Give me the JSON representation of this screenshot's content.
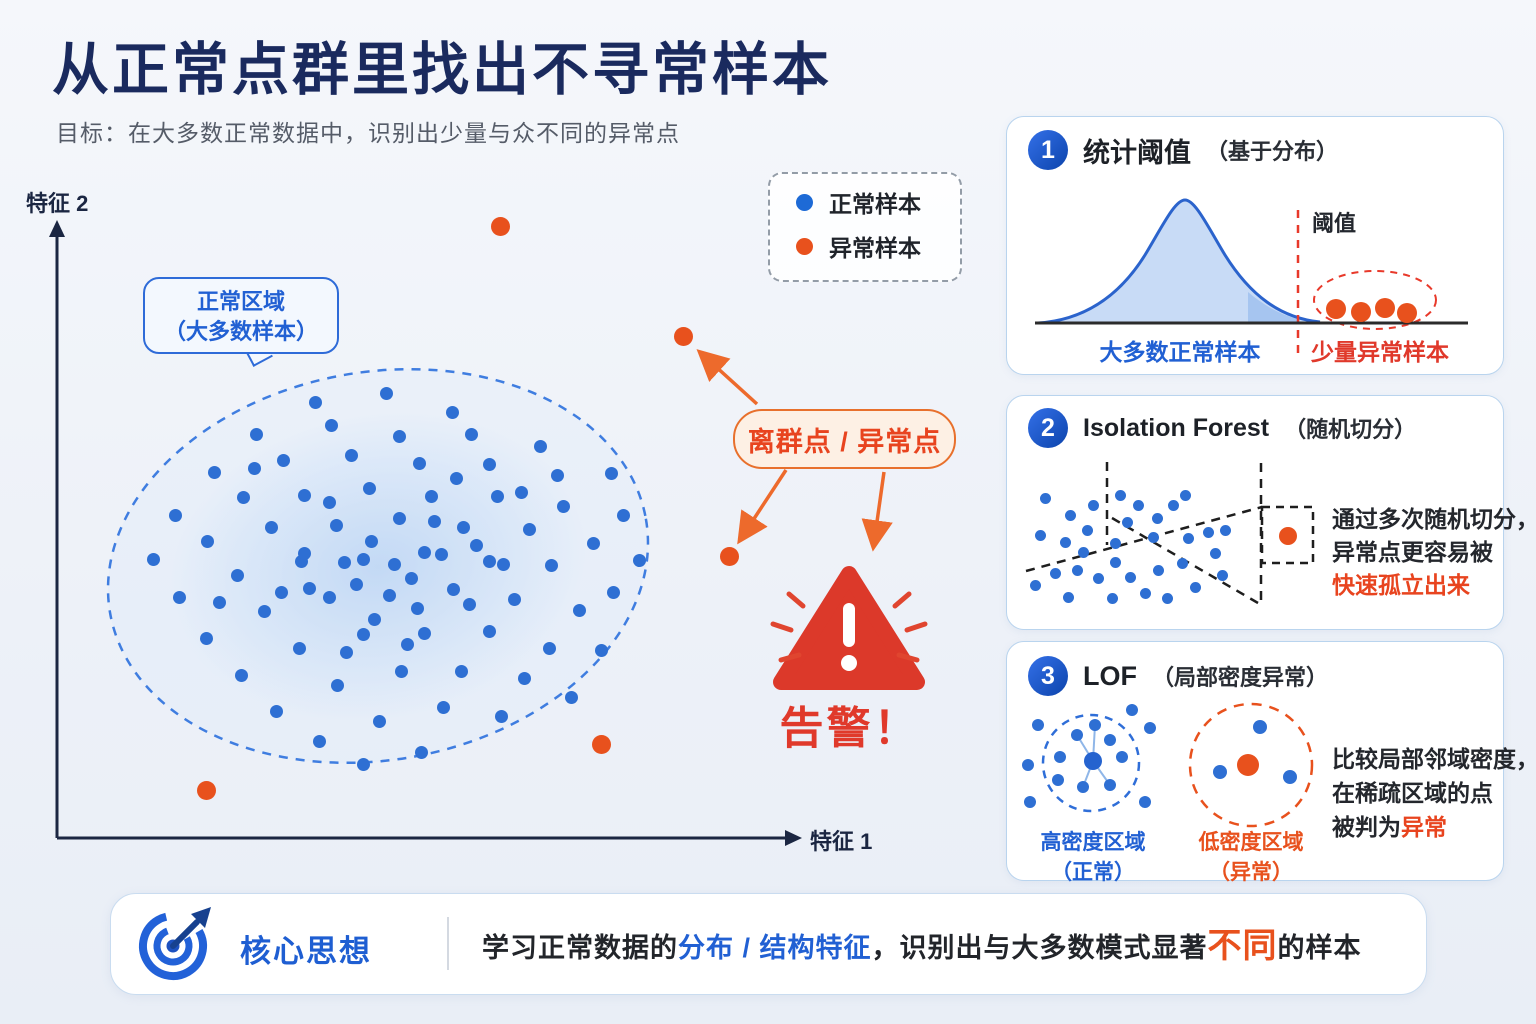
{
  "header": {
    "title": "从正常点群里找出不寻常样本",
    "subtitle": "目标：在大多数正常数据中，识别出少量与众不同的异常点"
  },
  "scatter": {
    "y_axis_label": "特征 2",
    "x_axis_label": "特征 1",
    "region_bubble": {
      "line1": "正常区域",
      "line2": "（大多数样本）"
    },
    "outlier_pill": "离群点 / 异常点",
    "alert_label": "告警！"
  },
  "legend": {
    "normal": "正常样本",
    "anomaly": "异常样本"
  },
  "cards": [
    {
      "number": "1",
      "title": "统计阈值",
      "subtitle": "（基于分布）",
      "threshold_label": "阈值",
      "caption_normal": "大多数正常样本",
      "caption_anomaly": "少量异常样本"
    },
    {
      "number": "2",
      "title": "Isolation Forest",
      "subtitle": "（随机切分）",
      "desc_line1": "通过多次随机切分，",
      "desc_line2": "异常点更容易被",
      "desc_highlight": "快速孤立出来"
    },
    {
      "number": "3",
      "title": "LOF",
      "subtitle": "（局部密度异常）",
      "desc_line1": "比较局部邻域密度，",
      "desc_line2": "在稀疏区域的点",
      "desc_line3_prefix": "被判为",
      "desc_line3_highlight": "异常",
      "dense_label": "高密度区域",
      "dense_sub": "（正常）",
      "sparse_label": "低密度区域",
      "sparse_sub": "（异常）"
    }
  ],
  "footer": {
    "label": "核心思想",
    "sentence": [
      {
        "text": "学习正常数据的",
        "style": "s-dark"
      },
      {
        "text": "分布 / 结构特征",
        "style": "s-blue"
      },
      {
        "text": "，识别出与大多数模式显著",
        "style": "s-dark"
      },
      {
        "text": "不同",
        "style": "s-orange-big"
      },
      {
        "text": "的样本",
        "style": "s-dark"
      }
    ]
  },
  "colors": {
    "normal_blue": "#2e6fd3",
    "anomaly_orange": "#e8511d",
    "alert_red": "#dc392a",
    "accent_blue": "#2160d3",
    "navy": "#1a2a5e",
    "card_border": "#b9d4ee"
  },
  "chart_data": {
    "type": "scatter",
    "description": "二维特征空间：正常样本密集簇（虚线椭圆内）与少量离群异常点",
    "xlabel": "特征 1",
    "ylabel": "特征 2",
    "groups": [
      {
        "name": "cluster-normal",
        "color": "#2e6fd3",
        "r": 6.5,
        "points": [
          [
            315,
            402
          ],
          [
            386,
            393
          ],
          [
            452,
            412
          ],
          [
            256,
            434
          ],
          [
            331,
            425
          ],
          [
            399,
            436
          ],
          [
            471,
            434
          ],
          [
            540,
            446
          ],
          [
            214,
            472
          ],
          [
            283,
            460
          ],
          [
            351,
            455
          ],
          [
            419,
            463
          ],
          [
            489,
            464
          ],
          [
            557,
            475
          ],
          [
            611,
            473
          ],
          [
            175,
            515
          ],
          [
            243,
            497
          ],
          [
            304,
            495
          ],
          [
            369,
            488
          ],
          [
            431,
            496
          ],
          [
            497,
            496
          ],
          [
            563,
            506
          ],
          [
            623,
            515
          ],
          [
            153,
            559
          ],
          [
            207,
            541
          ],
          [
            271,
            527
          ],
          [
            336,
            525
          ],
          [
            399,
            518
          ],
          [
            463,
            527
          ],
          [
            529,
            529
          ],
          [
            593,
            543
          ],
          [
            639,
            560
          ],
          [
            179,
            597
          ],
          [
            237,
            575
          ],
          [
            301,
            561
          ],
          [
            363,
            559
          ],
          [
            424,
            552
          ],
          [
            489,
            561
          ],
          [
            551,
            565
          ],
          [
            613,
            592
          ],
          [
            206,
            638
          ],
          [
            264,
            611
          ],
          [
            329,
            597
          ],
          [
            389,
            595
          ],
          [
            453,
            589
          ],
          [
            514,
            599
          ],
          [
            579,
            610
          ],
          [
            241,
            675
          ],
          [
            299,
            648
          ],
          [
            363,
            634
          ],
          [
            424,
            633
          ],
          [
            489,
            631
          ],
          [
            549,
            648
          ],
          [
            601,
            650
          ],
          [
            276,
            711
          ],
          [
            337,
            685
          ],
          [
            401,
            671
          ],
          [
            461,
            671
          ],
          [
            524,
            678
          ],
          [
            571,
            697
          ],
          [
            319,
            741
          ],
          [
            379,
            721
          ],
          [
            443,
            707
          ],
          [
            501,
            716
          ],
          [
            363,
            764
          ],
          [
            421,
            752
          ],
          [
            344,
            562
          ],
          [
            411,
            578
          ],
          [
            374,
            619
          ],
          [
            441,
            554
          ],
          [
            309,
            588
          ],
          [
            281,
            592
          ],
          [
            346,
            652
          ],
          [
            469,
            604
          ],
          [
            503,
            564
          ],
          [
            434,
            521
          ],
          [
            371,
            541
          ],
          [
            304,
            553
          ],
          [
            417,
            608
          ],
          [
            356,
            584
          ],
          [
            394,
            564
          ],
          [
            329,
            502
          ],
          [
            456,
            478
          ],
          [
            521,
            492
          ],
          [
            219,
            602
          ],
          [
            254,
            468
          ],
          [
            407,
            644
          ],
          [
            476,
            545
          ]
        ]
      },
      {
        "name": "cluster-outlier",
        "color": "#e8511d",
        "r": 9.5,
        "points": [
          [
            500,
            226
          ],
          [
            683,
            336
          ],
          [
            729,
            556
          ],
          [
            601,
            744
          ],
          [
            206,
            790
          ]
        ]
      },
      {
        "name": "card1-anomaly",
        "color": "#e8511d",
        "r": 10,
        "points": [
          [
            1336,
            309
          ],
          [
            1361,
            312
          ],
          [
            1385,
            308
          ],
          [
            1407,
            313
          ]
        ]
      },
      {
        "name": "card2-normal",
        "color": "#2e6fd3",
        "r": 5.5,
        "points": [
          [
            1045,
            498
          ],
          [
            1070,
            515
          ],
          [
            1093,
            505
          ],
          [
            1120,
            495
          ],
          [
            1138,
            505
          ],
          [
            1157,
            518
          ],
          [
            1173,
            505
          ],
          [
            1185,
            495
          ],
          [
            1208,
            532
          ],
          [
            1225,
            530
          ],
          [
            1040,
            535
          ],
          [
            1065,
            542
          ],
          [
            1087,
            530
          ],
          [
            1115,
            543
          ],
          [
            1127,
            522
          ],
          [
            1153,
            537
          ],
          [
            1188,
            538
          ],
          [
            1215,
            553
          ],
          [
            1083,
            552
          ],
          [
            1055,
            573
          ],
          [
            1077,
            570
          ],
          [
            1098,
            578
          ],
          [
            1115,
            562
          ],
          [
            1130,
            577
          ],
          [
            1158,
            570
          ],
          [
            1182,
            563
          ],
          [
            1035,
            585
          ],
          [
            1068,
            597
          ],
          [
            1112,
            598
          ],
          [
            1145,
            593
          ],
          [
            1167,
            598
          ],
          [
            1195,
            587
          ],
          [
            1222,
            575
          ]
        ]
      },
      {
        "name": "card2-isolated-outlier",
        "color": "#e8511d",
        "r": 9,
        "points": [
          [
            1288,
            536
          ]
        ]
      },
      {
        "name": "card3-dense-center",
        "color": "#2563cf",
        "r": 9,
        "points": [
          [
            1093,
            761
          ]
        ]
      },
      {
        "name": "card3-dense-normal",
        "color": "#2e6fd3",
        "r": 6,
        "points": [
          [
            1077,
            735
          ],
          [
            1095,
            725
          ],
          [
            1110,
            740
          ],
          [
            1060,
            757
          ],
          [
            1122,
            757
          ],
          [
            1058,
            780
          ],
          [
            1083,
            787
          ],
          [
            1110,
            785
          ],
          [
            1038,
            725
          ],
          [
            1028,
            765
          ],
          [
            1030,
            802
          ],
          [
            1132,
            710
          ],
          [
            1150,
            728
          ],
          [
            1145,
            802
          ]
        ]
      },
      {
        "name": "card3-sparse-outlier",
        "color": "#e8511d",
        "r": 11,
        "points": [
          [
            1248,
            765
          ]
        ]
      },
      {
        "name": "card3-sparse-normal",
        "color": "#2e6fd3",
        "r": 7,
        "points": [
          [
            1260,
            727
          ],
          [
            1220,
            772
          ],
          [
            1290,
            777
          ]
        ]
      }
    ]
  }
}
